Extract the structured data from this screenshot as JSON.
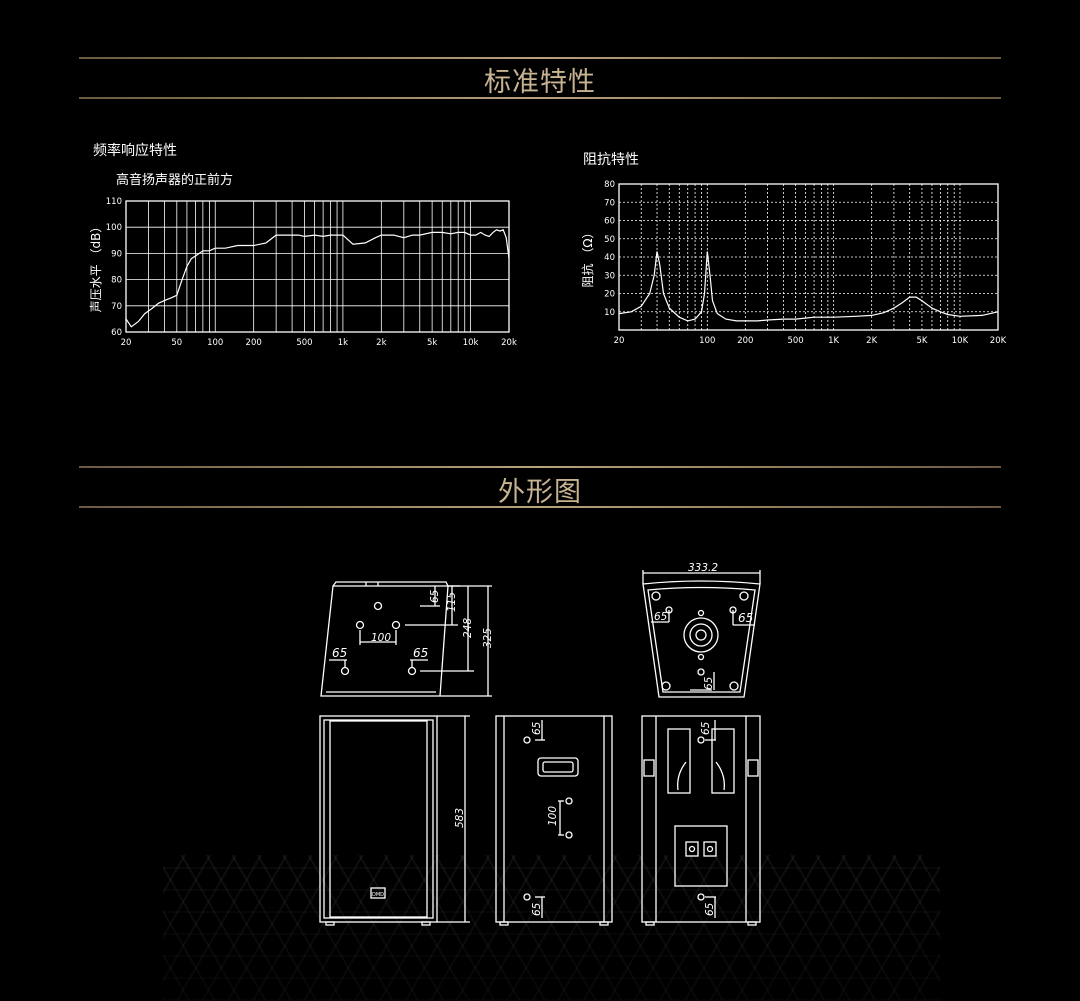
{
  "sections": {
    "standard": "标准特性",
    "outline": "外形图"
  },
  "chart_data": [
    {
      "type": "line",
      "title": "频率响应特性",
      "subtitle": "高音扬声器的正前方",
      "ylabel": "声压水平 （dB）",
      "xlabel": "",
      "x_scale": "log",
      "xlim": [
        20,
        20000
      ],
      "ylim": [
        60,
        110
      ],
      "x_tick_labels": [
        "20",
        "50",
        "100",
        "200",
        "500",
        "1k",
        "2k",
        "5k",
        "10k",
        "20k"
      ],
      "x_tick_values": [
        20,
        50,
        100,
        200,
        500,
        1000,
        2000,
        5000,
        10000,
        20000
      ],
      "y_ticks": [
        60,
        70,
        80,
        90,
        100,
        110
      ],
      "grid": true,
      "series": [
        {
          "x": [
            20,
            22,
            25,
            28,
            32,
            36,
            40,
            45,
            50,
            55,
            60,
            65,
            70,
            80,
            90,
            100,
            120,
            150,
            180,
            200,
            250,
            300,
            350,
            400,
            450,
            500,
            600,
            700,
            800,
            1000,
            1200,
            1500,
            1800,
            2000,
            2500,
            3000,
            3500,
            4000,
            5000,
            6000,
            7000,
            8000,
            9000,
            10000,
            11000,
            12000,
            13000,
            14000,
            15000,
            16000,
            17000,
            18000,
            19000,
            20000
          ],
          "y": [
            65,
            62,
            64,
            67,
            69,
            71,
            72,
            73,
            74,
            80,
            85,
            88,
            89,
            91,
            91,
            92,
            92,
            93,
            93,
            93,
            94,
            97,
            97,
            97,
            97,
            96.5,
            97,
            96.5,
            97,
            97,
            93.5,
            94,
            96,
            97,
            97,
            96,
            97,
            97,
            98,
            98,
            97.5,
            98,
            98,
            97,
            97,
            98,
            97,
            96.5,
            98,
            99,
            98.5,
            99,
            96,
            88
          ]
        }
      ]
    },
    {
      "type": "line",
      "title": "阻抗特性",
      "ylabel": "阻抗 （Ω）",
      "xlabel": "",
      "x_scale": "log",
      "xlim": [
        20,
        20000
      ],
      "ylim": [
        0,
        80
      ],
      "x_tick_labels": [
        "20",
        "100",
        "200",
        "500",
        "1K",
        "2K",
        "5K",
        "10K",
        "20K"
      ],
      "x_tick_values": [
        20,
        100,
        200,
        500,
        1000,
        2000,
        5000,
        10000,
        20000
      ],
      "y_tick_labels": [
        "10",
        "20",
        "30",
        "40",
        "50",
        "60",
        "70",
        "80"
      ],
      "y_ticks": [
        10,
        20,
        30,
        40,
        50,
        60,
        70,
        80
      ],
      "grid": true,
      "series": [
        {
          "x": [
            20,
            25,
            30,
            35,
            38,
            40,
            42,
            45,
            50,
            60,
            70,
            80,
            90,
            95,
            100,
            105,
            110,
            120,
            140,
            170,
            200,
            250,
            300,
            400,
            500,
            700,
            1000,
            1500,
            2000,
            2500,
            3000,
            3500,
            4000,
            4500,
            5000,
            6000,
            7000,
            8000,
            10000,
            15000,
            20000
          ],
          "y": [
            9,
            10,
            13,
            20,
            30,
            43,
            36,
            20,
            12,
            7,
            5,
            6,
            10,
            20,
            43,
            30,
            16,
            9,
            6,
            5,
            5,
            5,
            5.5,
            6,
            6,
            7,
            7,
            7.5,
            8,
            9.5,
            12,
            15,
            18,
            18,
            16,
            12,
            10,
            8.5,
            7.5,
            8,
            10
          ]
        }
      ]
    }
  ],
  "dimensions": {
    "top_65a": "65",
    "top_115": "115",
    "top_248": "248",
    "top_325": "325",
    "top_100": "100",
    "top_65b": "65",
    "top_65c": "65",
    "front_333": "333.2",
    "front_65a": "65",
    "front_65b": "65",
    "front_65c": "65",
    "height_583": "583",
    "side_65a": "65",
    "side_100": "100",
    "side_65b": "65",
    "back_65a": "65",
    "back_65b": "65",
    "logo": "DMD"
  }
}
